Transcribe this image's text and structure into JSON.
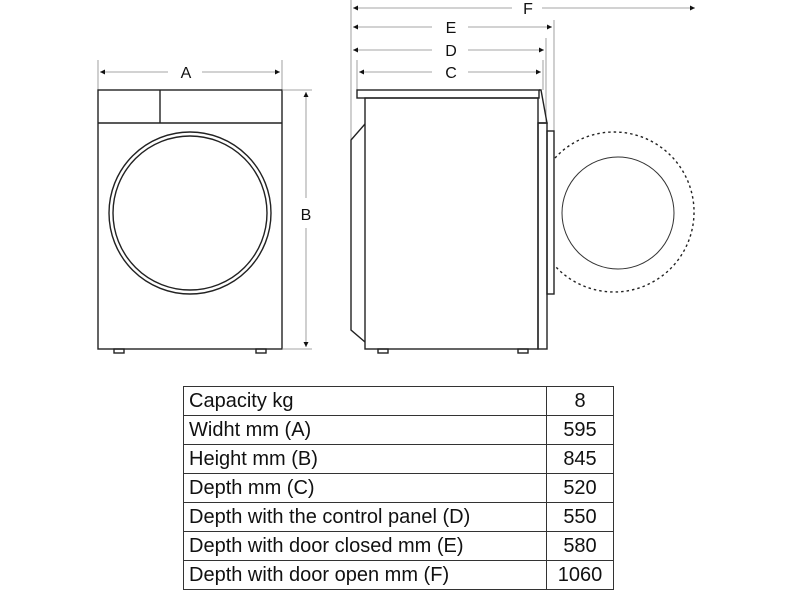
{
  "drawing": {
    "labels": {
      "a": "A",
      "b": "B",
      "c": "C",
      "d": "D",
      "e": "E",
      "f": "F"
    }
  },
  "table": {
    "rows": [
      {
        "label": "Capacity kg",
        "value": "8"
      },
      {
        "label": "Widht mm (A)",
        "value": "595"
      },
      {
        "label": "Height mm (B)",
        "value": "845"
      },
      {
        "label": "Depth mm (C)",
        "value": "520"
      },
      {
        "label": "Depth with the control panel (D)",
        "value": "550"
      },
      {
        "label": "Depth with door closed mm (E)",
        "value": "580"
      },
      {
        "label": "Depth with door open mm (F)",
        "value": "1060"
      }
    ]
  }
}
